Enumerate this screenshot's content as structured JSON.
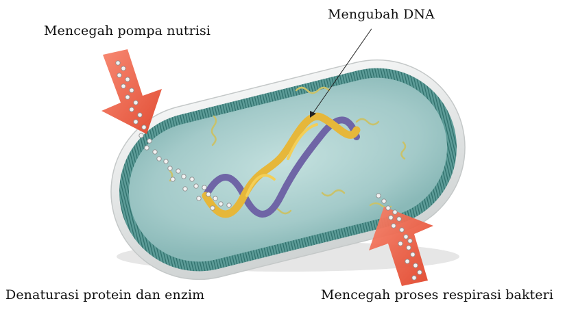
{
  "labels": {
    "top_left": "Mencegah pompa nutrisi",
    "top_right": "Mengubah DNA",
    "bottom_left": "Denaturasi protein dan enzim",
    "bottom_right": "Mencegah proses respirasi bakteri"
  },
  "colors": {
    "outer_membrane": "#e6e8e8",
    "membrane_band": "#6aa7a4",
    "cytoplasm": "#a8cfcf",
    "dna_gold": "#e9b93a",
    "dna_purple": "#7a6fae",
    "arrow": "#ef5a3c"
  }
}
